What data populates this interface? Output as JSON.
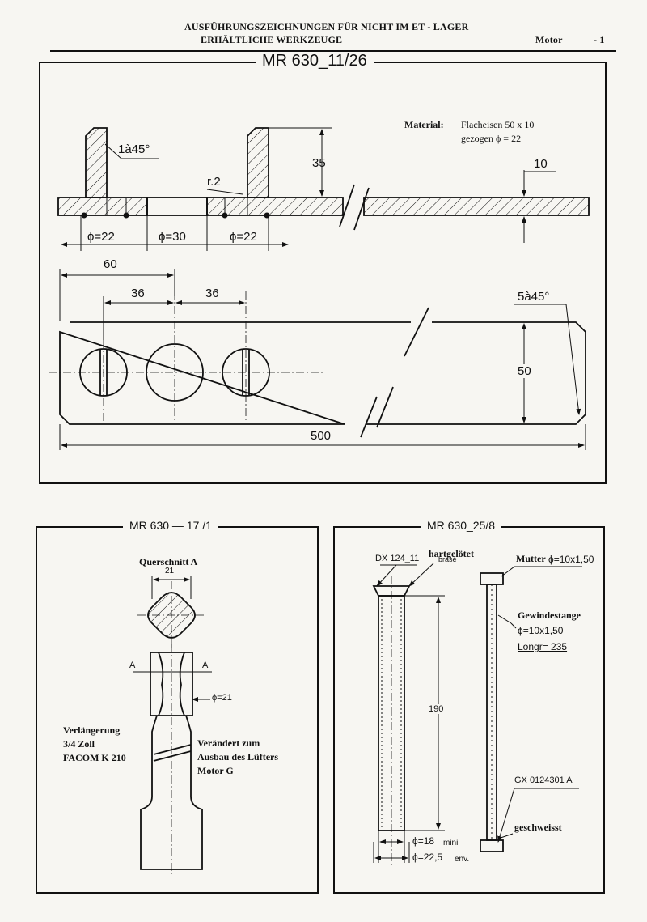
{
  "header": {
    "line1": "AUSFÜHRUNGSZEICHNUNGEN FÜR NICHT IM ET  -  LAGER",
    "line2": "ERHÄLTLICHE WERKZEUGE",
    "section": "Motor",
    "page": "- 1"
  },
  "tool1": {
    "title": "MR 630_11/26",
    "material_label": "Material:",
    "material_line1": "Flacheisen 50 x 10",
    "material_line2": "gezogen ϕ = 22",
    "chamfer_top": "1à45°",
    "radius": "r.2",
    "dim_35": "35",
    "dim_10": "10",
    "dia_22a": "ϕ=22",
    "dia_30": "ϕ=30",
    "dia_22b": "ϕ=22",
    "dim_60": "60",
    "dim_36a": "36",
    "dim_36b": "36",
    "chamfer_end": "5à45°",
    "dim_50": "50",
    "dim_500": "500"
  },
  "tool2": {
    "title": "MR 630 — 17 /1",
    "section_label": "Querschnitt A",
    "dim_21": "21",
    "a_left": "A",
    "a_right": "A",
    "dia_21": "ϕ=21",
    "note_left_1": "Verlängerung",
    "note_left_2": "3/4 Zoll",
    "note_left_3": "FACOM K 210",
    "note_right_1": "Verändert zum",
    "note_right_2": "Ausbau des Lüfters",
    "note_right_3": "Motor G"
  },
  "tool3": {
    "title": "MR 630_25/8",
    "part_dx": "DX 124_11",
    "hartgeloetet": "hartgelötet",
    "brase": "brasé",
    "mutter": "Mutter",
    "mutter_spec": "ϕ=10x1,50",
    "gewindestange": "Gewindestange",
    "gw_spec": "ϕ=10x1,50",
    "gw_long": "Longr= 235",
    "dim_190": "190",
    "part_gx": "GX 0124301 A",
    "geschweisst": "geschweisst",
    "dia_18": "ϕ=18",
    "mini": "mini",
    "dia_225": "ϕ=22,5",
    "env": "env."
  }
}
